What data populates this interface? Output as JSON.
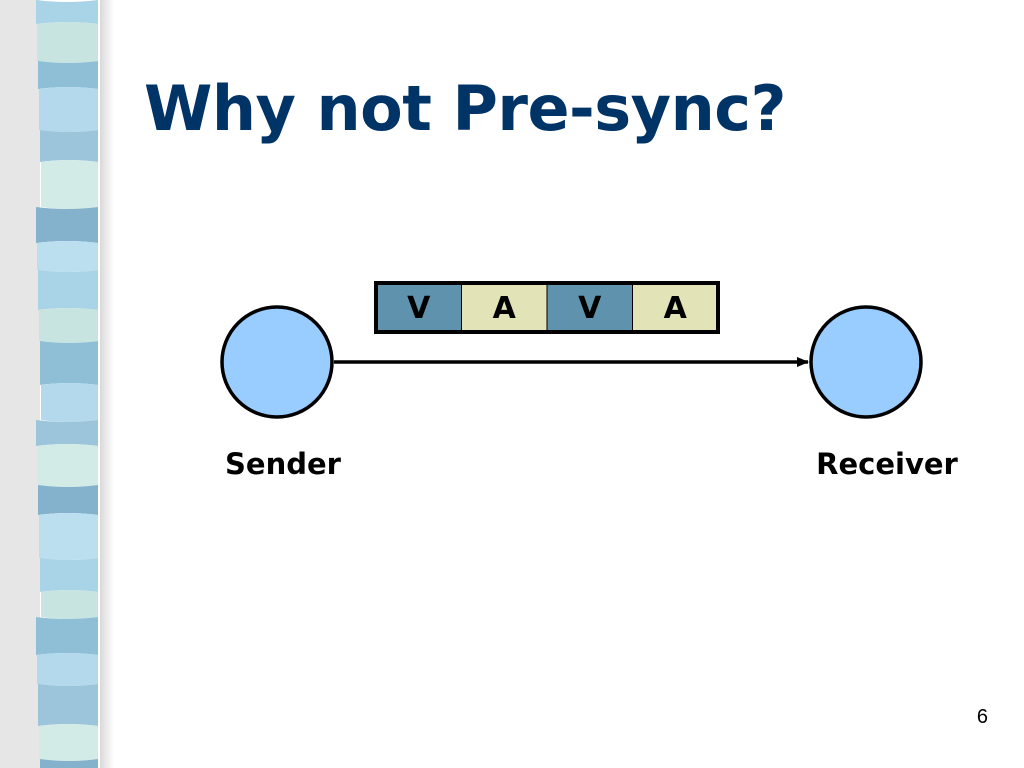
{
  "slide": {
    "title": "Why not Pre-sync?",
    "page_number": "6"
  },
  "diagram": {
    "sender": {
      "label": "Sender"
    },
    "receiver": {
      "label": "Receiver"
    },
    "packets": [
      {
        "label": "V",
        "kind": "video",
        "color": "#5f93ad"
      },
      {
        "label": "A",
        "kind": "audio",
        "color": "#e3e3b8"
      },
      {
        "label": "V",
        "kind": "video",
        "color": "#5f93ad"
      },
      {
        "label": "A",
        "kind": "audio",
        "color": "#e3e3b8"
      }
    ],
    "node_color": "#99ccff",
    "title_color": "#003366"
  }
}
